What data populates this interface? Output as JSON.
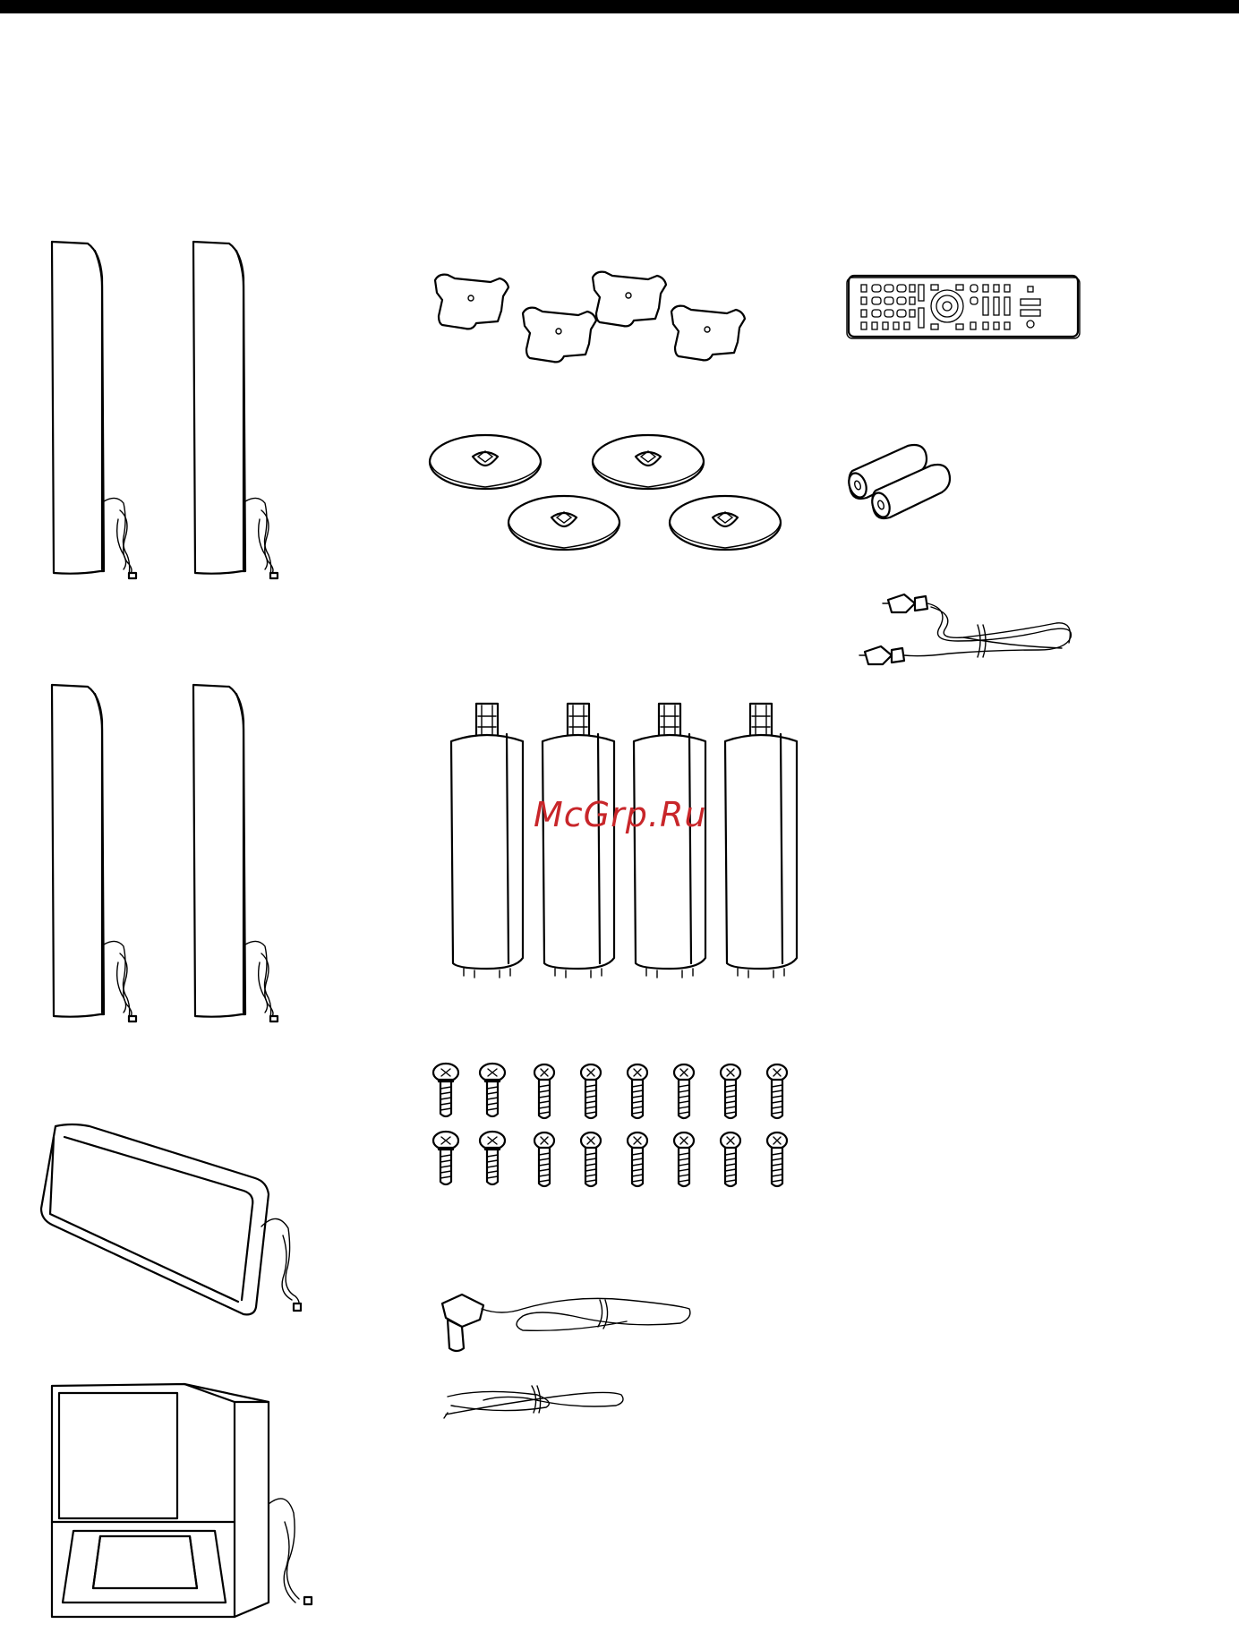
{
  "page": {
    "watermark": "McGrp.Ru",
    "watermark_color": "#c8262a",
    "rule_color": "#000000"
  },
  "figures": {
    "items": [
      {
        "icon": "tall-speaker-icon",
        "count": 4
      },
      {
        "icon": "center-speaker-icon",
        "count": 1
      },
      {
        "icon": "subwoofer-icon",
        "count": 1
      },
      {
        "icon": "speaker-bracket-icon",
        "count": 4
      },
      {
        "icon": "stand-base-icon",
        "count": 4
      },
      {
        "icon": "stand-pole-icon",
        "count": 4
      },
      {
        "icon": "screw-icon",
        "count": 16
      },
      {
        "icon": "fm-antenna-icon",
        "count": 1
      },
      {
        "icon": "wire-antenna-icon",
        "count": 1
      },
      {
        "icon": "remote-control-icon",
        "count": 1
      },
      {
        "icon": "battery-icon",
        "count": 2
      },
      {
        "icon": "audio-cable-icon",
        "count": 1
      }
    ]
  }
}
